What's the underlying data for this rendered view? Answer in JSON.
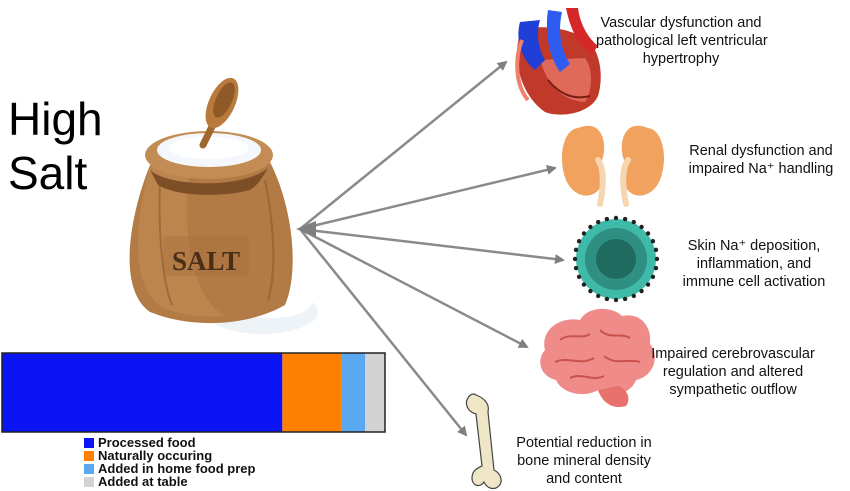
{
  "title": {
    "line1": "High",
    "line2": "Salt"
  },
  "sack_label": "SALT",
  "outcomes": [
    {
      "key": "heart",
      "icon": "heart-icon",
      "lines": [
        "Vascular dysfunction and",
        "pathological left ventricular",
        "hypertrophy"
      ]
    },
    {
      "key": "kidney",
      "icon": "kidneys-icon",
      "lines": [
        "Renal dysfunction and",
        "impaired Na⁺ handling"
      ]
    },
    {
      "key": "skin",
      "icon": "immune-cell-icon",
      "lines": [
        "Skin Na⁺ deposition,",
        "inflammation, and",
        "immune cell activation"
      ]
    },
    {
      "key": "brain",
      "icon": "brain-icon",
      "lines": [
        "Impaired cerebrovascular",
        "regulation and altered",
        "sympathetic outflow"
      ]
    },
    {
      "key": "bone",
      "icon": "bone-icon",
      "lines": [
        "Potential reduction in",
        "bone mineral density",
        "and content"
      ]
    }
  ],
  "chart_data": {
    "type": "bar",
    "orientation": "horizontal-stacked",
    "series": [
      {
        "name": "Processed food",
        "value": 71,
        "color": "#0a14f5"
      },
      {
        "name": "Naturally occuring",
        "value": 15,
        "color": "#ff8000"
      },
      {
        "name": "Added in home food prep",
        "value": 6,
        "color": "#5aa8f0"
      },
      {
        "name": "Added at table",
        "value": 5,
        "color": "#d3d3d3"
      }
    ],
    "legend_position": "bottom-center"
  }
}
